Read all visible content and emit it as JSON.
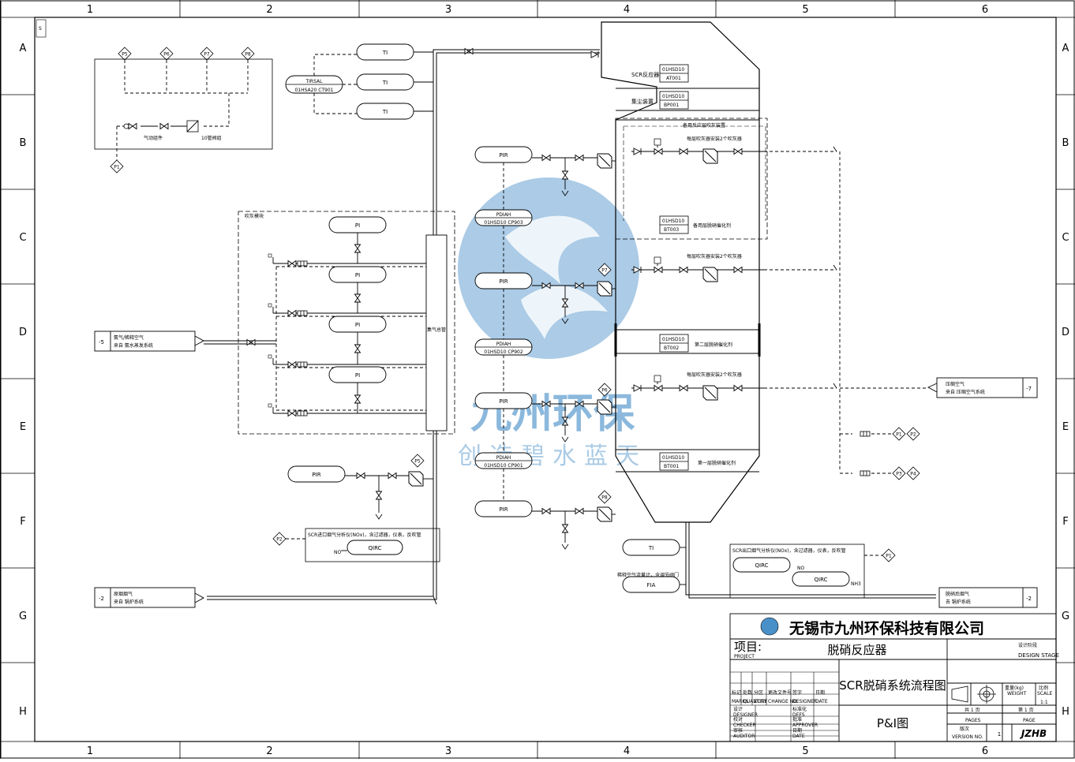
{
  "colors": {
    "line": "#000000",
    "watermark": "#4a90c8"
  },
  "zones": {
    "columns": [
      "1",
      "2",
      "3",
      "4",
      "5",
      "6"
    ],
    "rows": [
      "A",
      "B",
      "C",
      "D",
      "E",
      "F",
      "G",
      "H"
    ]
  },
  "corner_mark": "S",
  "watermark": {
    "name": "九州环保",
    "slogan": "创造碧水蓝天"
  },
  "valves": {
    "p5a": "P5",
    "p6a": "P6",
    "p7a": "P7",
    "p8a": "P8",
    "p1a": "P1",
    "p7b": "P7",
    "p6b": "P6",
    "p5b": "P5",
    "p8b": "P8",
    "p2": "P2",
    "p1r": "P1",
    "p2r": "P2",
    "p3r": "P3",
    "p4r": "P4",
    "p1f": "P1"
  },
  "notes": {
    "gas_unit": "气动组件",
    "solenoid": "10管阀组",
    "reactor_label": "SCR反应器",
    "dust_collector": "集尘装置",
    "module_upper": "备用反应层吹灰装置",
    "module_rack": "吹灰模块",
    "soot_top": "每层吹灰器安装2个吹灰器",
    "soot_mid": "每层吹灰器安装2个吹灰器",
    "soot_low": "每层吹灰器安装2个吹灰器",
    "layer_standby": "备用层脱硝催化剂",
    "layer_2": "第二层脱硝催化剂",
    "layer_1": "第一层脱硝催化剂",
    "header": "集气总管",
    "flowmeter": "稀释空气流量计，含调节阀门"
  },
  "bubbles": {
    "ti1": "TI",
    "ti2": "TI",
    "ti3": "TI",
    "tirsal_tag": "TIRSAL",
    "tirsal_id": "01HSA20 CT901",
    "pir1": "PIR",
    "pdiah1": "PDIAH",
    "pdiah1_id": "01HSD10 CP903",
    "pir2": "PIR",
    "pdiah2": "PDIAH",
    "pdiah2_id": "01HSD10 CP902",
    "pir3": "PIR",
    "pdiah3": "PDIAH",
    "pdiah3_id": "01HSD10 CP901",
    "pir4": "PIR",
    "pir_left": "PIR",
    "pi1": "PI",
    "pi2": "PI",
    "pi3": "PI",
    "pi4": "PI",
    "ti_bottom": "TI",
    "fia": "FIA",
    "qirc_left": "QIRC",
    "qirc_right1": "QIRC",
    "qirc_right2": "QIRC"
  },
  "instr_boxes": {
    "at001_a": "01HSD10",
    "at001_b": "AT001",
    "bp001_a": "01HSD10",
    "bp001_b": "BP001",
    "bt003_a": "01HSD10",
    "bt003_b": "BT003",
    "bt002_a": "01HSD10",
    "bt002_b": "BT002",
    "bt001_a": "01HSD10",
    "bt001_b": "BT001"
  },
  "analyzers": {
    "inlet_title": "SCR进口烟气分析仪(NOx)，含过滤器，仪表，反吹管",
    "inlet_no": "NO",
    "outlet_title": "SCR出口烟气分析仪(NOx)，含过滤器，仪表，反吹管",
    "outlet_no": "NO",
    "outlet_nh3": "NH3"
  },
  "offpage": {
    "ammonia_ref": "-5",
    "ammonia_l1": "氨气/稀释空气",
    "ammonia_l2": "来自 氨水蒸发系统",
    "flue_ref": "-2",
    "flue_l1": "原烟烟气",
    "flue_l2": "来自 锅炉系统",
    "air_ref": "-7",
    "air_l1": "压缩空气",
    "air_l2": "来自 压缩空气系统",
    "out_ref": "-2",
    "out_l1": "脱硝后烟气",
    "out_l2": "去 锅炉系统"
  },
  "title_block": {
    "company": "无锡市九州环保科技有限公司",
    "project_label": "项目:",
    "project_en": "PROJECT",
    "project_name": "脱硝反应器",
    "stage_cn": "设计阶段",
    "stage_en": "DESIGN STAGE",
    "drawing_title": "SCR脱硝系统流程图",
    "drawing_type": "P&I图",
    "weight_cn": "重量(kg)",
    "weight_en": "WEIGHT",
    "scale_cn": "比例",
    "scale_en": "SCALE",
    "scale_value": "1:1",
    "pages_cn": "共 1 页",
    "pages_en": "PAGES",
    "page_cn": "第 1 页",
    "page_en": "PAGE",
    "version_cn": "版次",
    "version_en": "VERSION NO.",
    "version_value": "1",
    "logo_text": "JZHB",
    "marks_cn": "标记",
    "marks_en": "MARKS",
    "qty_cn": "处数",
    "qty_en": "QUANTITY",
    "zone_cn": "分区",
    "zone_en": "ZONE",
    "change_cn": "更改文件号",
    "change_en": "CHANGE NO.",
    "signature_cn": "签字",
    "signature_en": "DESIGNER",
    "date_cn": "日期",
    "date_en": "DATE",
    "designer_cn": "设计",
    "designer_en": "DESIGNER",
    "checker_cn": "校对",
    "checker_en": "CHECKER",
    "auditor_cn": "审核",
    "auditor_en": "AUDITOR",
    "std_cn": "标准化",
    "std_en": "DEFS",
    "approver_cn": "批准",
    "approver_en": "APPROVER",
    "date2_cn": "日期",
    "date2_en": "DATE"
  }
}
